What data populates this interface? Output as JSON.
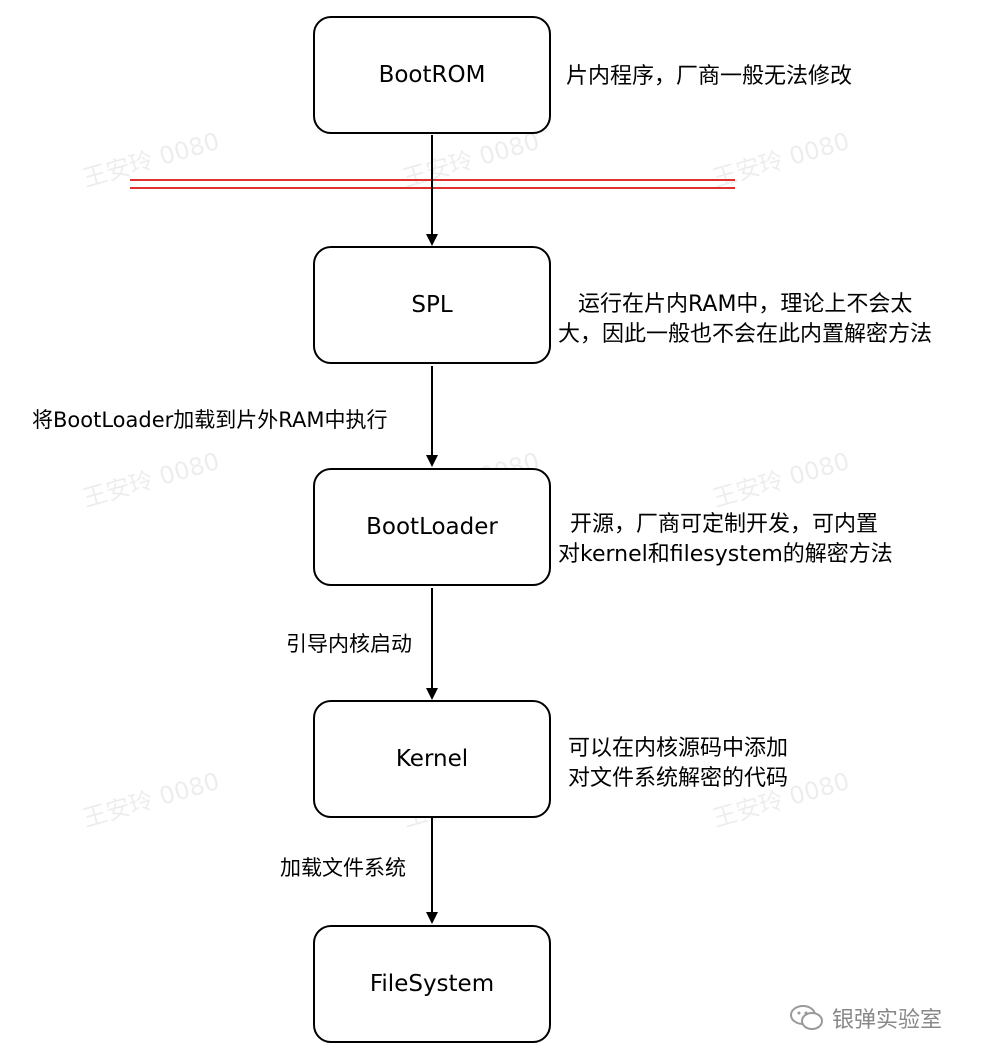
{
  "nodes": {
    "bootrom": "BootROM",
    "spl": "SPL",
    "bootloader": "BootLoader",
    "kernel": "Kernel",
    "filesystem": "FileSystem"
  },
  "notes": {
    "bootrom": "片内程序，厂商一般无法修改",
    "spl_line1": "运行在片内RAM中，理论上不会太",
    "spl_line2": "大，因此一般也不会在此内置解密方法",
    "bootloader_line1": "开源，厂商可定制开发，可内置",
    "bootloader_line2": "对kernel和filesystem的解密方法",
    "kernel_line1": "可以在内核源码中添加",
    "kernel_line2": "对文件系统解密的代码"
  },
  "edges": {
    "spl_to_bootloader": "将BootLoader加载到片外RAM中执行",
    "bootloader_to_kernel": "引导内核启动",
    "kernel_to_filesystem": "加载文件系统"
  },
  "watermark": "王安玲 0080",
  "brand": "银弹实验室",
  "colors": {
    "separator": "#e03030",
    "stroke": "#000000"
  }
}
